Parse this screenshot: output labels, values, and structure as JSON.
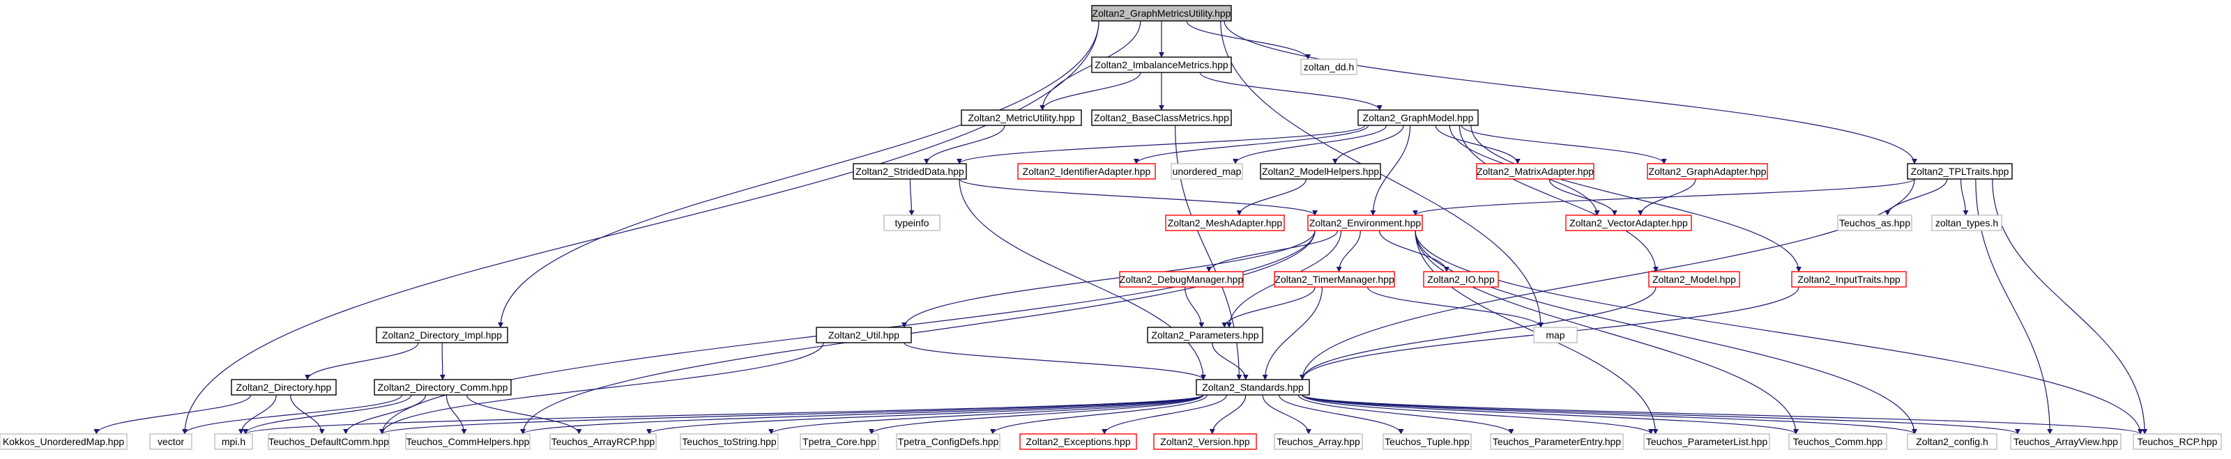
{
  "colors": {
    "edge": "#191970",
    "border_normal": "#000000",
    "border_external": "#bfbfbf",
    "border_truncated": "#ff0000",
    "fill_root": "#bfbfbf",
    "fill_default": "#ffffff"
  },
  "graph": {
    "nodes": [
      {
        "id": "root",
        "label": "Zoltan2_GraphMetricsUtility.hpp",
        "kind": "root"
      },
      {
        "id": "imbal",
        "label": "Zoltan2_ImbalanceMetrics.hpp",
        "kind": "normal"
      },
      {
        "id": "zdd",
        "label": "zoltan_dd.h",
        "kind": "external"
      },
      {
        "id": "metric",
        "label": "Zoltan2_MetricUtility.hpp",
        "kind": "normal"
      },
      {
        "id": "base",
        "label": "Zoltan2_BaseClassMetrics.hpp",
        "kind": "normal"
      },
      {
        "id": "graphmodel",
        "label": "Zoltan2_GraphModel.hpp",
        "kind": "normal"
      },
      {
        "id": "strided",
        "label": "Zoltan2_StridedData.hpp",
        "kind": "normal"
      },
      {
        "id": "identadapter",
        "label": "Zoltan2_IdentifierAdapter.hpp",
        "kind": "truncated"
      },
      {
        "id": "umap",
        "label": "unordered_map",
        "kind": "external"
      },
      {
        "id": "modelhelpers",
        "label": "Zoltan2_ModelHelpers.hpp",
        "kind": "normal"
      },
      {
        "id": "matrixadapter",
        "label": "Zoltan2_MatrixAdapter.hpp",
        "kind": "truncated"
      },
      {
        "id": "graphadapter",
        "label": "Zoltan2_GraphAdapter.hpp",
        "kind": "truncated"
      },
      {
        "id": "tpl",
        "label": "Zoltan2_TPLTraits.hpp",
        "kind": "normal"
      },
      {
        "id": "typeinfo",
        "label": "typeinfo",
        "kind": "external"
      },
      {
        "id": "meshadapter",
        "label": "Zoltan2_MeshAdapter.hpp",
        "kind": "truncated"
      },
      {
        "id": "env",
        "label": "Zoltan2_Environment.hpp",
        "kind": "truncated"
      },
      {
        "id": "vectoradapter",
        "label": "Zoltan2_VectorAdapter.hpp",
        "kind": "truncated"
      },
      {
        "id": "teuchosas",
        "label": "Teuchos_as.hpp",
        "kind": "external"
      },
      {
        "id": "zoltantypes",
        "label": "zoltan_types.h",
        "kind": "external"
      },
      {
        "id": "debug",
        "label": "Zoltan2_DebugManager.hpp",
        "kind": "truncated"
      },
      {
        "id": "timer",
        "label": "Zoltan2_TimerManager.hpp",
        "kind": "truncated"
      },
      {
        "id": "io",
        "label": "Zoltan2_IO.hpp",
        "kind": "truncated"
      },
      {
        "id": "model",
        "label": "Zoltan2_Model.hpp",
        "kind": "truncated"
      },
      {
        "id": "inputtraits",
        "label": "Zoltan2_InputTraits.hpp",
        "kind": "truncated"
      },
      {
        "id": "dirimpl",
        "label": "Zoltan2_Directory_Impl.hpp",
        "kind": "normal"
      },
      {
        "id": "util",
        "label": "Zoltan2_Util.hpp",
        "kind": "normal"
      },
      {
        "id": "params",
        "label": "Zoltan2_Parameters.hpp",
        "kind": "normal"
      },
      {
        "id": "map",
        "label": "map",
        "kind": "external"
      },
      {
        "id": "dir",
        "label": "Zoltan2_Directory.hpp",
        "kind": "normal"
      },
      {
        "id": "dircomm",
        "label": "Zoltan2_Directory_Comm.hpp",
        "kind": "normal"
      },
      {
        "id": "std",
        "label": "Zoltan2_Standards.hpp",
        "kind": "normal"
      },
      {
        "id": "kokkos",
        "label": "Kokkos_UnorderedMap.hpp",
        "kind": "external"
      },
      {
        "id": "vector",
        "label": "vector",
        "kind": "external"
      },
      {
        "id": "mpi",
        "label": "mpi.h",
        "kind": "external"
      },
      {
        "id": "defcomm",
        "label": "Teuchos_DefaultComm.hpp",
        "kind": "external"
      },
      {
        "id": "commhelpers",
        "label": "Teuchos_CommHelpers.hpp",
        "kind": "external"
      },
      {
        "id": "arrayrcp",
        "label": "Teuchos_ArrayRCP.hpp",
        "kind": "external"
      },
      {
        "id": "tostring",
        "label": "Teuchos_toString.hpp",
        "kind": "external"
      },
      {
        "id": "tpetracore",
        "label": "Tpetra_Core.hpp",
        "kind": "external"
      },
      {
        "id": "tpetracfg",
        "label": "Tpetra_ConfigDefs.hpp",
        "kind": "external"
      },
      {
        "id": "exceptions",
        "label": "Zoltan2_Exceptions.hpp",
        "kind": "truncated"
      },
      {
        "id": "version",
        "label": "Zoltan2_Version.hpp",
        "kind": "truncated"
      },
      {
        "id": "tarray",
        "label": "Teuchos_Array.hpp",
        "kind": "external"
      },
      {
        "id": "tuple",
        "label": "Teuchos_Tuple.hpp",
        "kind": "external"
      },
      {
        "id": "pentry",
        "label": "Teuchos_ParameterEntry.hpp",
        "kind": "external"
      },
      {
        "id": "plist",
        "label": "Teuchos_ParameterList.hpp",
        "kind": "external"
      },
      {
        "id": "tcomm",
        "label": "Teuchos_Comm.hpp",
        "kind": "external"
      },
      {
        "id": "zconfig",
        "label": "Zoltan2_config.h",
        "kind": "external"
      },
      {
        "id": "arrayview",
        "label": "Teuchos_ArrayView.hpp",
        "kind": "external"
      },
      {
        "id": "trcp",
        "label": "Teuchos_RCP.hpp",
        "kind": "external"
      }
    ],
    "edges": [
      [
        "root",
        "imbal"
      ],
      [
        "root",
        "zdd"
      ],
      [
        "root",
        "metric"
      ],
      [
        "root",
        "tpl"
      ],
      [
        "root",
        "dirimpl"
      ],
      [
        "root",
        "vector"
      ],
      [
        "root",
        "map"
      ],
      [
        "imbal",
        "metric"
      ],
      [
        "imbal",
        "base"
      ],
      [
        "imbal",
        "graphmodel"
      ],
      [
        "metric",
        "strided"
      ],
      [
        "base",
        "std"
      ],
      [
        "graphmodel",
        "strided"
      ],
      [
        "graphmodel",
        "identadapter"
      ],
      [
        "graphmodel",
        "umap"
      ],
      [
        "graphmodel",
        "modelhelpers"
      ],
      [
        "graphmodel",
        "matrixadapter"
      ],
      [
        "graphmodel",
        "graphadapter"
      ],
      [
        "graphmodel",
        "env"
      ],
      [
        "graphmodel",
        "vectoradapter"
      ],
      [
        "graphmodel",
        "model"
      ],
      [
        "graphmodel",
        "inputtraits"
      ],
      [
        "strided",
        "typeinfo"
      ],
      [
        "strided",
        "env"
      ],
      [
        "strided",
        "std"
      ],
      [
        "modelhelpers",
        "meshadapter"
      ],
      [
        "matrixadapter",
        "vectoradapter"
      ],
      [
        "graphadapter",
        "vectoradapter"
      ],
      [
        "tpl",
        "env"
      ],
      [
        "tpl",
        "teuchosas"
      ],
      [
        "tpl",
        "zoltantypes"
      ],
      [
        "tpl",
        "std"
      ],
      [
        "tpl",
        "arrayview"
      ],
      [
        "tpl",
        "trcp"
      ],
      [
        "env",
        "debug"
      ],
      [
        "env",
        "timer"
      ],
      [
        "env",
        "io"
      ],
      [
        "env",
        "util"
      ],
      [
        "env",
        "params"
      ],
      [
        "env",
        "defcomm"
      ],
      [
        "env",
        "commhelpers"
      ],
      [
        "env",
        "plist"
      ],
      [
        "env",
        "tcomm"
      ],
      [
        "env",
        "zconfig"
      ],
      [
        "env",
        "trcp"
      ],
      [
        "debug",
        "params"
      ],
      [
        "timer",
        "params"
      ],
      [
        "timer",
        "map"
      ],
      [
        "timer",
        "std"
      ],
      [
        "model",
        "std"
      ],
      [
        "inputtraits",
        "std"
      ],
      [
        "dirimpl",
        "dir"
      ],
      [
        "dirimpl",
        "dircomm"
      ],
      [
        "util",
        "std"
      ],
      [
        "util",
        "defcomm"
      ],
      [
        "params",
        "std"
      ],
      [
        "dir",
        "kokkos"
      ],
      [
        "dir",
        "mpi"
      ],
      [
        "dir",
        "defcomm"
      ],
      [
        "dircomm",
        "vector"
      ],
      [
        "dircomm",
        "mpi"
      ],
      [
        "dircomm",
        "defcomm"
      ],
      [
        "dircomm",
        "commhelpers"
      ],
      [
        "dircomm",
        "arrayrcp"
      ],
      [
        "std",
        "mpi"
      ],
      [
        "std",
        "defcomm"
      ],
      [
        "std",
        "commhelpers"
      ],
      [
        "std",
        "arrayrcp"
      ],
      [
        "std",
        "tostring"
      ],
      [
        "std",
        "tpetracore"
      ],
      [
        "std",
        "tpetracfg"
      ],
      [
        "std",
        "exceptions"
      ],
      [
        "std",
        "version"
      ],
      [
        "std",
        "tarray"
      ],
      [
        "std",
        "tuple"
      ],
      [
        "std",
        "pentry"
      ],
      [
        "std",
        "plist"
      ],
      [
        "std",
        "tcomm"
      ],
      [
        "std",
        "zconfig"
      ],
      [
        "std",
        "arrayview"
      ],
      [
        "std",
        "trcp"
      ]
    ]
  }
}
